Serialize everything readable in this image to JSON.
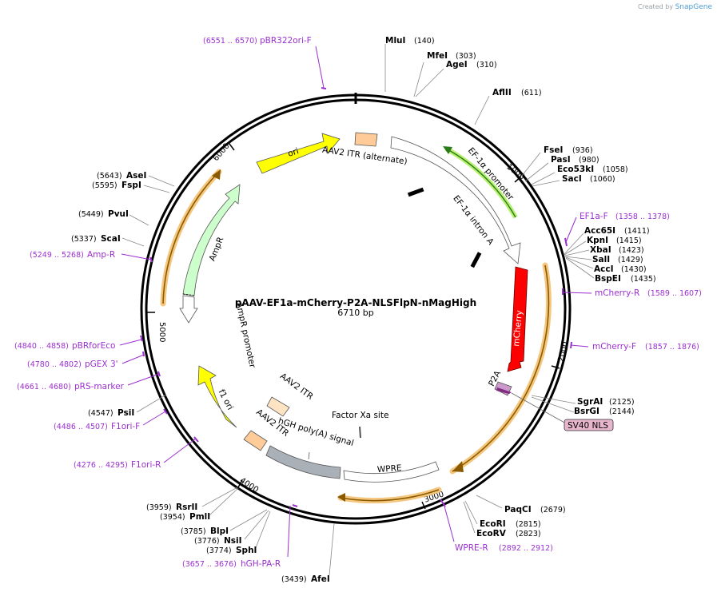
{
  "credit": {
    "prefix": "Created by",
    "brand": "SnapGene"
  },
  "plasmid": {
    "name": "pAAV-EF1a-mCherry-P2A-NLSFlpN-nMagHigh",
    "size": "6710 bp"
  },
  "ticks": [
    "1000",
    "2000",
    "3000",
    "4000",
    "5000",
    "6000"
  ],
  "enzymes": [
    {
      "name": "MluI",
      "pos": "(140)"
    },
    {
      "name": "MfeI",
      "pos": "(303)"
    },
    {
      "name": "AgeI",
      "pos": "(310)"
    },
    {
      "name": "AflII",
      "pos": "(611)"
    },
    {
      "name": "FseI",
      "pos": "(936)"
    },
    {
      "name": "PasI",
      "pos": "(980)"
    },
    {
      "name": "Eco53kI",
      "pos": "(1058)"
    },
    {
      "name": "SacI",
      "pos": "(1060)"
    },
    {
      "name": "Acc65I",
      "pos": "(1411)"
    },
    {
      "name": "KpnI",
      "pos": "(1415)"
    },
    {
      "name": "XbaI",
      "pos": "(1423)"
    },
    {
      "name": "SalI",
      "pos": "(1429)"
    },
    {
      "name": "AccI",
      "pos": "(1430)"
    },
    {
      "name": "BspEI",
      "pos": "(1435)"
    },
    {
      "name": "SgrAI",
      "pos": "(2125)"
    },
    {
      "name": "BsrGI",
      "pos": "(2144)"
    },
    {
      "name": "PaqCI",
      "pos": "(2679)"
    },
    {
      "name": "EcoRI",
      "pos": "(2815)"
    },
    {
      "name": "EcoRV",
      "pos": "(2823)"
    },
    {
      "name": "AfeI",
      "pos": "(3439)"
    },
    {
      "name": "SphI",
      "pos": "(3774)"
    },
    {
      "name": "NsiI",
      "pos": "(3776)"
    },
    {
      "name": "BlpI",
      "pos": "(3785)"
    },
    {
      "name": "PmlI",
      "pos": "(3954)"
    },
    {
      "name": "RsrII",
      "pos": "(3959)"
    },
    {
      "name": "PsiI",
      "pos": "(4547)"
    },
    {
      "name": "ScaI",
      "pos": "(5337)"
    },
    {
      "name": "PvuI",
      "pos": "(5449)"
    },
    {
      "name": "FspI",
      "pos": "(5595)"
    },
    {
      "name": "AseI",
      "pos": "(5643)"
    }
  ],
  "primers": [
    {
      "name": "pBR322ori-F",
      "range": "(6551 .. 6570)"
    },
    {
      "name": "EF1a-F",
      "range": "(1358 .. 1378)"
    },
    {
      "name": "mCherry-R",
      "range": "(1589 .. 1607)"
    },
    {
      "name": "mCherry-F",
      "range": "(1857 .. 1876)"
    },
    {
      "name": "WPRE-R",
      "range": "(2892 .. 2912)"
    },
    {
      "name": "hGH-PA-R",
      "range": "(3657 .. 3676)"
    },
    {
      "name": "F1ori-R",
      "range": "(4276 .. 4295)"
    },
    {
      "name": "F1ori-F",
      "range": "(4486 .. 4507)"
    },
    {
      "name": "pRS-marker",
      "range": "(4661 .. 4680)"
    },
    {
      "name": "pGEX 3'",
      "range": "(4780 .. 4802)"
    },
    {
      "name": "pBRforEco",
      "range": "(4840 .. 4858)"
    },
    {
      "name": "Amp-R",
      "range": "(5249 .. 5268)"
    }
  ],
  "features": {
    "aav2_itr_alt": "AAV2 ITR (alternate)",
    "ef1a_promoter": "EF-1α promoter",
    "ef1a_intron": "EF-1α intron A",
    "mcherry": "mCherry",
    "p2a": "P2A",
    "sv40_nls": "SV40 NLS",
    "wpre": "WPRE",
    "factor_xa": "Factor Xa site",
    "hgh_polya": "hGH poly(A) signal",
    "aav2_itr_a": "AAV2 ITR",
    "aav2_itr_b": "AAV2 ITR",
    "f1ori": "f1 ori",
    "ampr_promoter": "AmpR promoter",
    "ampr": "AmpR",
    "ori": "ori"
  },
  "colors": {
    "ori": "#ffff00",
    "ampr": "#ccffcc",
    "itr": "#ffcc99",
    "mcherry": "#ff0000",
    "p2a": "#cc99cc",
    "polya": "#aab0b8",
    "orf_line": "#f5c77e",
    "primer": "#9b30d0"
  }
}
